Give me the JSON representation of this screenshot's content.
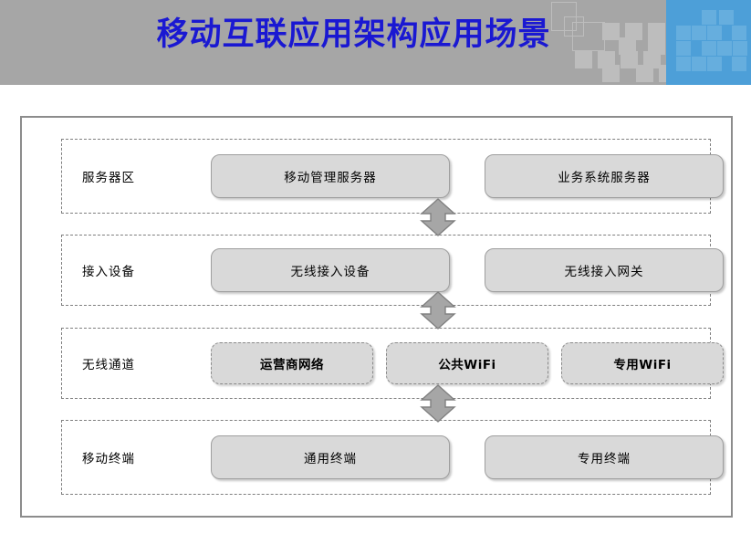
{
  "header": {
    "title": "移动互联应用架构应用场景",
    "title_color": "#1a18d2",
    "background_color": "#a6a6a6",
    "accent_panel_color": "#4d9fd8"
  },
  "diagram": {
    "type": "layered-architecture",
    "border_color": "#8c8c8c",
    "node_fill_color": "#d9d9d9",
    "arrow_color": "#a0a0a0",
    "rows": [
      {
        "id": "server",
        "label": "服务器区",
        "style": "solid",
        "nodes": [
          {
            "label": "移动管理服务器"
          },
          {
            "label": "业务系统服务器"
          }
        ]
      },
      {
        "id": "access",
        "label": "接入设备",
        "style": "solid",
        "nodes": [
          {
            "label": "无线接入设备"
          },
          {
            "label": "无线接入网关"
          }
        ]
      },
      {
        "id": "wireless",
        "label": "无线通道",
        "style": "dashed",
        "nodes": [
          {
            "label": "运营商网络"
          },
          {
            "label": "公共WiFi"
          },
          {
            "label": "专用WiFi"
          }
        ]
      },
      {
        "id": "terminal",
        "label": "移动终端",
        "style": "solid",
        "nodes": [
          {
            "label": "通用终端"
          },
          {
            "label": "专用终端"
          }
        ]
      }
    ],
    "connectors": [
      {
        "id": "connector-server-access",
        "icon": "double-headed-vertical-arrow"
      },
      {
        "id": "connector-access-wireless",
        "icon": "double-headed-vertical-arrow"
      },
      {
        "id": "connector-wireless-terminal",
        "icon": "double-headed-vertical-arrow"
      }
    ]
  }
}
